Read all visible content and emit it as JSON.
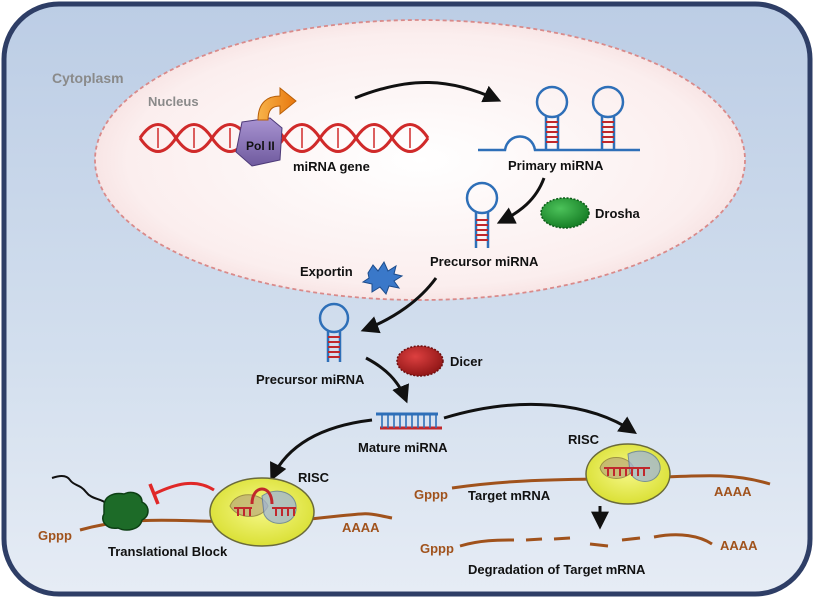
{
  "compartments": {
    "cytoplasm": "Cytoplasm",
    "nucleus": "Nucleus"
  },
  "labels": {
    "pol2": "Pol II",
    "mirna_gene": "miRNA gene",
    "primary_mirna": "Primary miRNA",
    "drosha": "Drosha",
    "exportin": "Exportin",
    "precursor_nuclear": "Precursor miRNA",
    "precursor_cytoplasm": "Precursor miRNA",
    "dicer": "Dicer",
    "mature_mirna": "Mature miRNA",
    "risc_left": "RISC",
    "risc_right": "RISC",
    "gppp_left": "Gppp",
    "aaaa_left": "AAAA",
    "translational_block": "Translational Block",
    "gppp_right": "Gppp",
    "target_mrna": "Target mRNA",
    "aaaa_right": "AAAA",
    "gppp_degraded": "Gppp",
    "aaaa_degraded": "AAAA",
    "degradation": "Degradation of Target mRNA"
  },
  "colors": {
    "cell_fill": "#c9d7ea",
    "cell_border": "#2e3e66",
    "nucleus_fill": "#f7e6e6",
    "nucleus_border": "#d98a8a",
    "dna": "#d02a2a",
    "rna_blue": "#2e6fb8",
    "rna_red": "#c0282c",
    "mrna": "#a0521c",
    "drosha": "#1f8f2e",
    "dicer": "#b01f1f",
    "exportin": "#3a78c9",
    "pol2": "#8f79bd",
    "risc": "#e7ec4f",
    "ribosome": "#1d6b28",
    "arrow_orange": "#f39a1e"
  }
}
